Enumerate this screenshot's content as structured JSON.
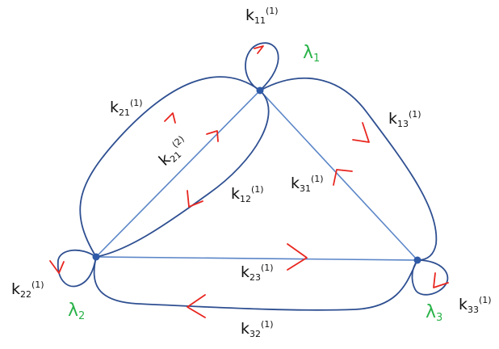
{
  "nodes": [
    {
      "id": "n1",
      "label": "λ",
      "index": "1"
    },
    {
      "id": "n2",
      "label": "λ",
      "index": "2"
    },
    {
      "id": "n3",
      "label": "λ",
      "index": "3"
    }
  ],
  "edge_labels": {
    "k11": {
      "base": "k",
      "sub": "11",
      "sup": "(1)"
    },
    "k21": {
      "base": "k",
      "sub": "21",
      "sup": "(1)"
    },
    "k21b": {
      "base": "k",
      "sub": "21",
      "sup": "(2)"
    },
    "k12": {
      "base": "k",
      "sub": "12",
      "sup": "(1)"
    },
    "k13": {
      "base": "k",
      "sub": "13",
      "sup": "(1)"
    },
    "k31": {
      "base": "k",
      "sub": "31",
      "sup": "(1)"
    },
    "k22": {
      "base": "k",
      "sub": "22",
      "sup": "(1)"
    },
    "k23": {
      "base": "k",
      "sub": "23",
      "sup": "(1)"
    },
    "k32": {
      "base": "k",
      "sub": "32",
      "sup": "(1)"
    },
    "k33": {
      "base": "k",
      "sub": "33",
      "sup": "(1)"
    }
  },
  "colors": {
    "edge": "#2e4f91",
    "straight_edge": "#5b86c8",
    "arrow": "#e8261f",
    "node": "#2e5aa8",
    "lambda_label": "#2bb34a"
  }
}
